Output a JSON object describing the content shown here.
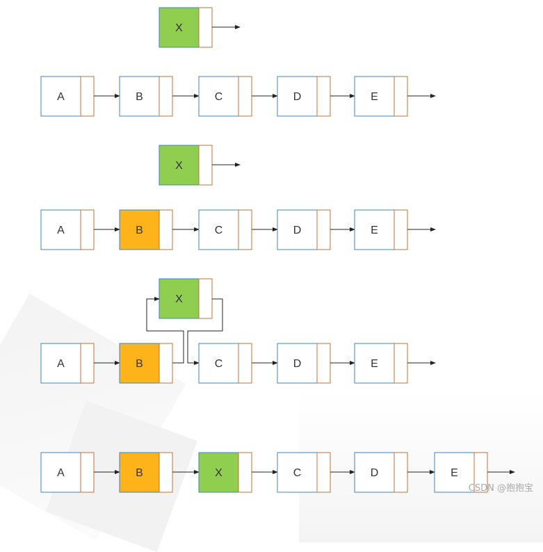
{
  "colors": {
    "node_border": "#3a86c8",
    "pointer_border": "#c0703a",
    "arrow": "#222222",
    "highlight_new": "#8fce4e",
    "highlight_prev": "#fdb31a",
    "node_fill": "#ffffff"
  },
  "diagrams": [
    {
      "step": 1,
      "new_node": "X",
      "list": [
        "A",
        "B",
        "C",
        "D",
        "E"
      ]
    },
    {
      "step": 2,
      "new_node": "X",
      "list": [
        "A",
        "B",
        "C",
        "D",
        "E"
      ],
      "highlight": "B"
    },
    {
      "step": 3,
      "new_node": "X",
      "list": [
        "A",
        "B",
        "C",
        "D",
        "E"
      ],
      "highlight": "B"
    },
    {
      "step": 4,
      "list": [
        "A",
        "B",
        "X",
        "C",
        "D",
        "E"
      ],
      "highlight": "B"
    }
  ],
  "watermark": "CSDN @抱抱宝"
}
